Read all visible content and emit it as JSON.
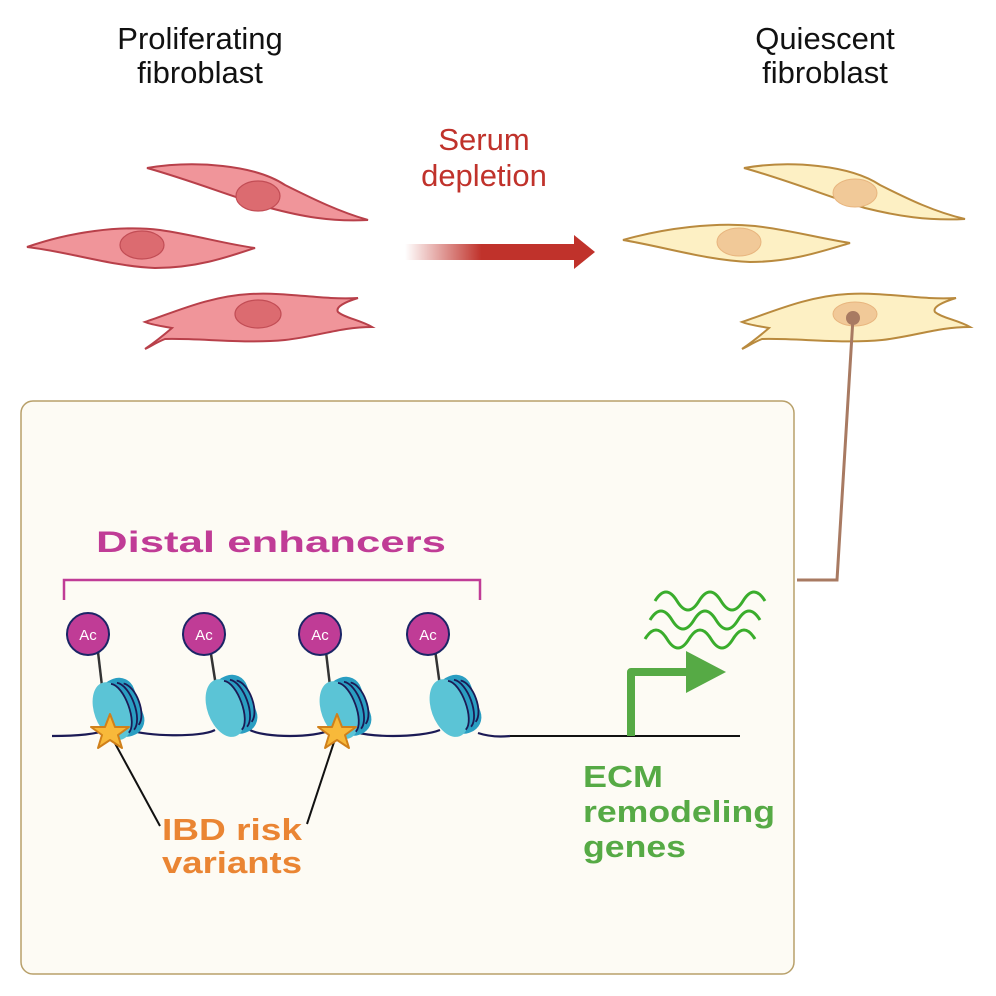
{
  "labels": {
    "proliferating": [
      "Proliferating",
      "fibroblast"
    ],
    "quiescent": [
      "Quiescent",
      "fibroblast"
    ],
    "serum": [
      "Serum",
      "depletion"
    ],
    "distal_enhancers": "Distal enhancers",
    "acetyl": "Ac",
    "ibd": [
      "IBD risk",
      "variants"
    ],
    "ecm": [
      "ECM",
      "remodeling",
      "genes"
    ]
  },
  "colors": {
    "proliferating_fill": "#f0959a",
    "proliferating_stroke": "#b8404a",
    "proliferating_nucleus": "#dc6b70",
    "quiescent_fill": "#fdf0c4",
    "quiescent_stroke": "#b98a3e",
    "quiescent_nucleus": "#f1c998",
    "serum_red": "#c0322b",
    "panel_fill": "#fdfbf4",
    "panel_stroke": "#b8a06a",
    "connector": "#a87a62",
    "magenta": "#c03c96",
    "nucleosome": "#5bc4d6",
    "nucleosome_dark": "#2a9ec2",
    "dna": "#1b1a55",
    "star": "#f8b93a",
    "star_stroke": "#d0801a",
    "orange": "#ea8533",
    "green": "#56aa45"
  },
  "enhancers": [
    {
      "has_variant": true
    },
    {
      "has_variant": false
    },
    {
      "has_variant": true
    },
    {
      "has_variant": false
    }
  ]
}
